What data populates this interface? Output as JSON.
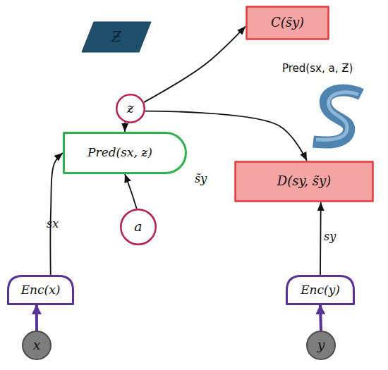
{
  "diagram": {
    "nodes": [
      {
        "text": [
          "C(s̃y)"
        ]
      },
      {
        "text": [
          "Ƶ"
        ]
      },
      {
        "text": [
          "ƶ"
        ]
      },
      {
        "text": [
          "Pred(sx, ƶ)"
        ]
      },
      {
        "text": [
          "D(sy, s̃y)"
        ]
      },
      {
        "text": [
          "a"
        ]
      },
      {
        "text": [
          "Enc(x)"
        ]
      },
      {
        "text": [
          "Enc(y)"
        ]
      },
      {
        "text": [
          "x"
        ]
      },
      {
        "text": [
          "y"
        ]
      }
    ],
    "edges": [
      {
        "from": 2,
        "to": 0,
        "arrow": "to"
      },
      {
        "from": 2,
        "to": 3,
        "arrow": "to"
      },
      {
        "from": 2,
        "to": 4,
        "arrow": "to"
      },
      {
        "from": 5,
        "to": 3,
        "arrow": "to"
      },
      {
        "from": 6,
        "to": 3,
        "label": "sx",
        "arrow": "to"
      },
      {
        "from": 8,
        "to": 6,
        "arrow": "to"
      },
      {
        "from": 9,
        "to": 7,
        "arrow": "to"
      },
      {
        "from": 7,
        "to": 4,
        "label": "sy",
        "arrow": "to"
      }
    ],
    "labels": [
      "Pred(sx, a, Ƶ)",
      "s̃y"
    ]
  }
}
